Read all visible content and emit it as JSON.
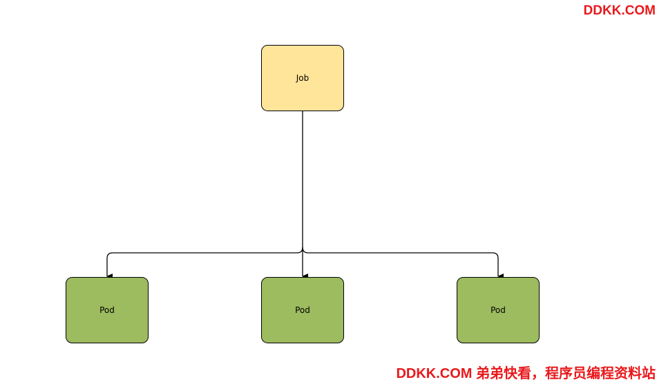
{
  "watermark": {
    "top": "DDKK.COM",
    "bottom": "DDKK.COM 弟弟快看，程序员编程资料站"
  },
  "diagram": {
    "root": {
      "label": "Job",
      "fill": "#ffe599",
      "stroke": "#000000"
    },
    "children": [
      {
        "label": "Pod",
        "fill": "#9dbb5f",
        "stroke": "#000000"
      },
      {
        "label": "Pod",
        "fill": "#9dbb5f",
        "stroke": "#000000"
      },
      {
        "label": "Pod",
        "fill": "#9dbb5f",
        "stroke": "#000000"
      }
    ]
  }
}
